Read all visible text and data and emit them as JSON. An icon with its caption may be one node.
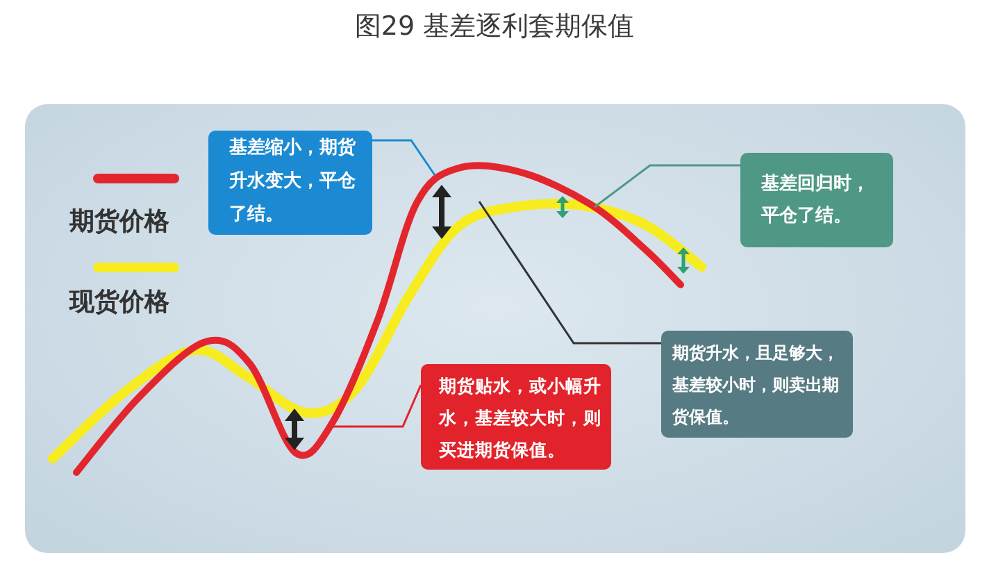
{
  "diagram": {
    "title": "图29 基差逐利套期保值",
    "nodes": [
      {
        "text": [
          "基差缩小，期货升水变大，平仓了结。"
        ]
      },
      {
        "text": [
          "基差回归时，平仓了结。"
        ]
      },
      {
        "text": [
          "期货升水，且足够大，基差较小时，则卖出期货保值。"
        ]
      },
      {
        "text": [
          "期货贴水，或小幅升水，基差较大时，则买进期货保值。"
        ]
      }
    ],
    "edges": [
      {
        "from": 0,
        "to": null,
        "arrow": "none",
        "color": "#1b8ad2"
      },
      {
        "from": 1,
        "to": null,
        "arrow": "none",
        "color": "#4f9886"
      },
      {
        "from": 2,
        "to": null,
        "arrow": "none",
        "color": "#333333"
      },
      {
        "from": 3,
        "to": null,
        "arrow": "none",
        "color": "#e2232b"
      }
    ],
    "legend": [
      {
        "text": "期货价格",
        "color": "#e3262d"
      },
      {
        "text": "现货价格",
        "color": "#f7ec1f"
      }
    ]
  }
}
